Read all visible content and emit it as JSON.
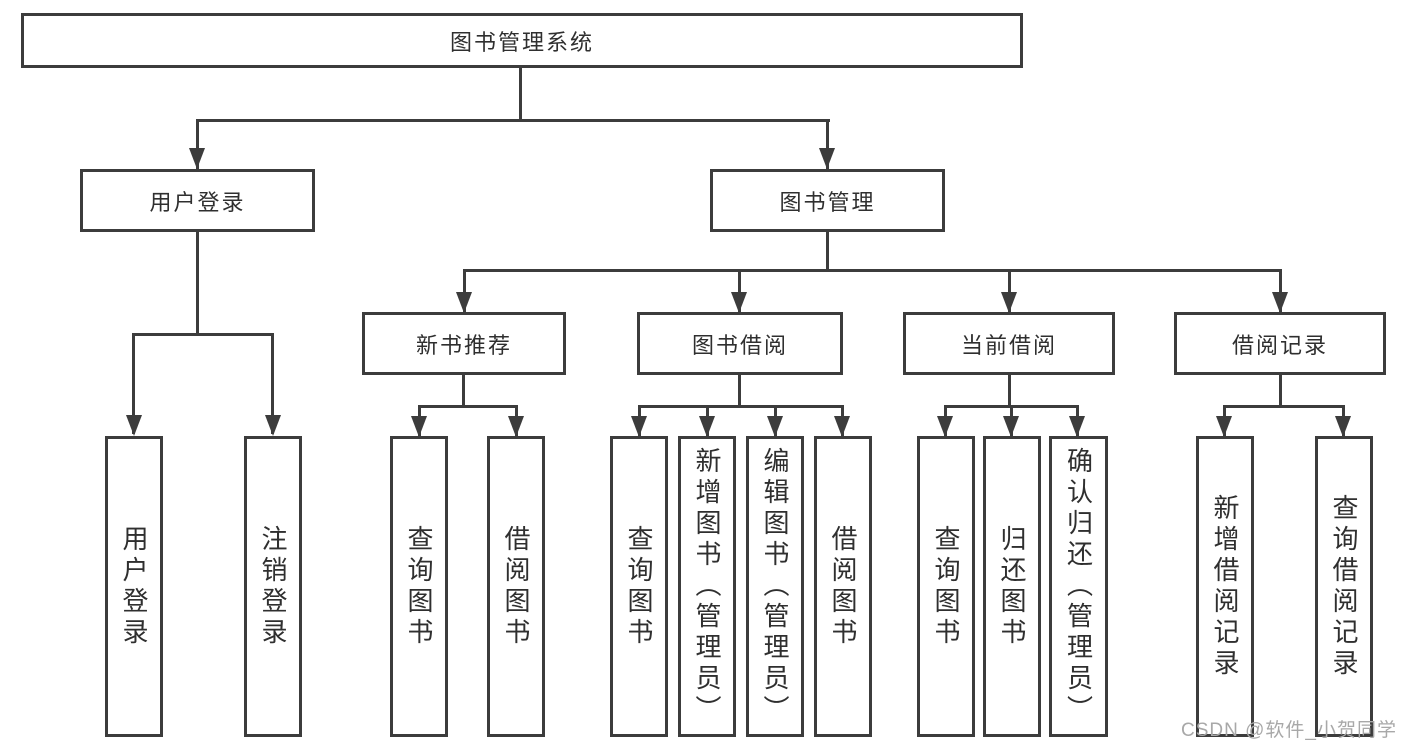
{
  "tree": {
    "root": {
      "label": "图书管理系统",
      "children": [
        {
          "label": "用户登录",
          "children": [
            {
              "label": "用户登录"
            },
            {
              "label": "注销登录"
            }
          ]
        },
        {
          "label": "图书管理",
          "children": [
            {
              "label": "新书推荐",
              "children": [
                {
                  "label": "查询图书"
                },
                {
                  "label": "借阅图书"
                }
              ]
            },
            {
              "label": "图书借阅",
              "children": [
                {
                  "label": "查询图书"
                },
                {
                  "label": "新增图书（管理员）"
                },
                {
                  "label": "编辑图书（管理员）"
                },
                {
                  "label": "借阅图书"
                }
              ]
            },
            {
              "label": "当前借阅",
              "children": [
                {
                  "label": "查询图书"
                },
                {
                  "label": "归还图书"
                },
                {
                  "label": "确认归还（管理员）"
                }
              ]
            },
            {
              "label": "借阅记录",
              "children": [
                {
                  "label": "新增借阅记录"
                },
                {
                  "label": "查询借阅记录"
                }
              ]
            }
          ]
        }
      ]
    }
  },
  "watermark": {
    "text": "CSDN @软件_小贺同学"
  },
  "colors": {
    "line": "#3c3c3c",
    "text": "#2f2f2f",
    "watermark": "#a8a8a8",
    "background": "#ffffff"
  }
}
